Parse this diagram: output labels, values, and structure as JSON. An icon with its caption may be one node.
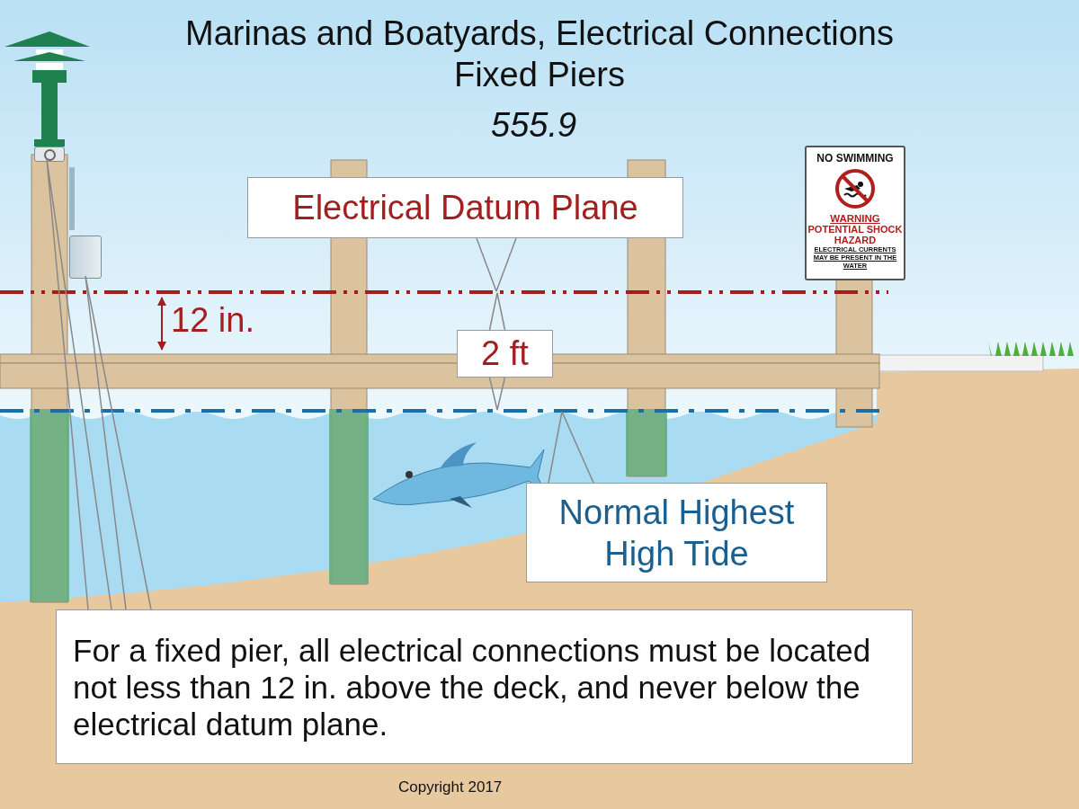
{
  "diagram": {
    "title": "Marinas and Boatyards, Electrical Connections Fixed Piers",
    "nodes": [
      {
        "text": [
          "Electrical Datum Plane"
        ]
      },
      {
        "text": [],
        "shape": "line"
      },
      {
        "text": [
          "Normal Highest High Tide"
        ]
      },
      {
        "text": [],
        "shape": "line"
      },
      {
        "text": [
          "NO SWIMMING",
          "WARNING",
          "POTENTIAL SHOCK HAZARD",
          "ELECTRICAL CURRENTS MAY BE PRESENT IN THE WATER"
        ]
      },
      {
        "text": [
          "For a fixed pier, all electrical connections must be located not less than 12 in. above the deck, and never below the electrical datum plane."
        ]
      },
      {
        "text": [],
        "shape": "box"
      },
      {
        "text": [],
        "shape": "box"
      },
      {
        "text": [
          "2 ft"
        ]
      }
    ],
    "edges": [
      {
        "from": 0,
        "to": 1,
        "arrow": "none"
      },
      {
        "from": 2,
        "to": 3,
        "arrow": "none"
      },
      {
        "from": 5,
        "to": 6,
        "arrow": "none"
      },
      {
        "from": 5,
        "to": 7,
        "arrow": "none"
      },
      {
        "from": 8,
        "to": 1,
        "arrow": "none"
      },
      {
        "from": 8,
        "to": 3,
        "arrow": "none"
      }
    ],
    "labels": [
      "555.9",
      "12 in.",
      "Copyright 2017"
    ]
  }
}
